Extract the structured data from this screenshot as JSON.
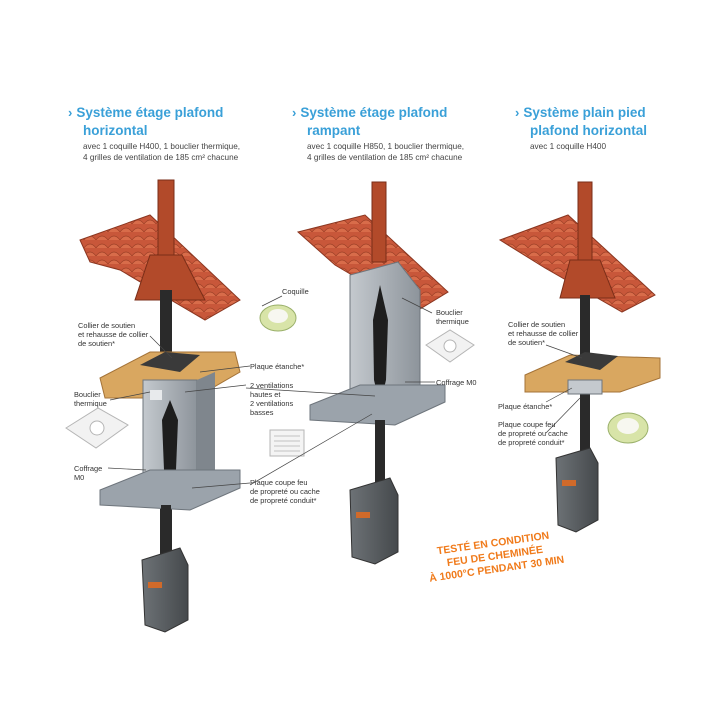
{
  "systems": [
    {
      "title_line1": "Système étage plafond",
      "title_line2": "horizontal",
      "desc_line1": "avec 1 coquille H400, 1 bouclier thermique,",
      "desc_line2": "4 grilles de ventilation de 185 cm² chacune"
    },
    {
      "title_line1": "Système étage plafond",
      "title_line2": "rampant",
      "desc_line1": "avec 1 coquille H850, 1 bouclier thermique,",
      "desc_line2": "4 grilles de ventilation de 185 cm² chacune"
    },
    {
      "title_line1": "Système plain pied",
      "title_line2": "plafond horizontal",
      "desc_line1": "avec 1 coquille H400",
      "desc_line2": ""
    }
  ],
  "labels": {
    "coquille": "Coquille",
    "collier_left": "Collier de soutien\net rehausse de collier\nde soutien*",
    "plaque_etanche_mid": "Plaque étanche*",
    "bouclier_left": "Bouclier\nthermique",
    "ventilations": "2 ventilations\nhautes et\n2 ventilations\nbasses",
    "coffrage_left": "Coffrage\nM0",
    "plaque_coupe_feu_mid": "Plaque coupe feu\nde propreté ou cache\nde propreté conduit*",
    "bouclier_right": "Bouclier\nthermique",
    "coffrage_right": "Coffrage M0",
    "collier_right": "Collier de soutien\net rehausse de collier\nde soutien*",
    "plaque_etanche_right": "Plaque étanche*",
    "plaque_coupe_feu_right": "Plaque coupe feu\nde propreté ou cache\nde propreté conduit*"
  },
  "stamp": {
    "line1": "TESTÉ EN CONDITION",
    "line2": "FEU DE CHEMINÉE",
    "line3": "À 1000°C PENDANT 30 MIN"
  },
  "colors": {
    "accent_blue": "#3aa0d8",
    "stamp_orange": "#f07a1a",
    "roof_tile": "#c8573a",
    "pipe_dark": "#2a2a2a",
    "terracotta_pipe": "#b24a2a",
    "box_grey": "#a7adb3",
    "floor_grey": "#9ba3ab",
    "wood": "#d9a760",
    "stove": "#5b5f63"
  }
}
